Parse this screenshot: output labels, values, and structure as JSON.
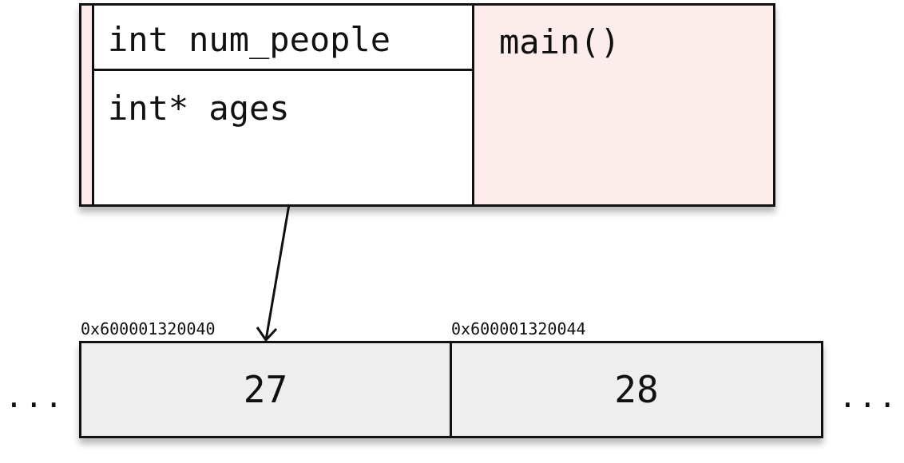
{
  "stack_frame": {
    "name": "main()",
    "variables": [
      {
        "declaration": "int num_people"
      },
      {
        "declaration": "int* ages"
      }
    ],
    "colors": {
      "frame_background": "#fdecec",
      "variable_background": "#ffffff",
      "border": "#111111"
    }
  },
  "heap_array": {
    "cells": [
      {
        "address": "0x600001320040",
        "value": "27"
      },
      {
        "address": "0x600001320044",
        "value": "28"
      }
    ],
    "leading_ellipsis": "...",
    "trailing_ellipsis": "...",
    "colors": {
      "cell_background": "#eeeeee"
    }
  },
  "pointer": {
    "from": "int* ages",
    "to": "0x600001320040"
  }
}
